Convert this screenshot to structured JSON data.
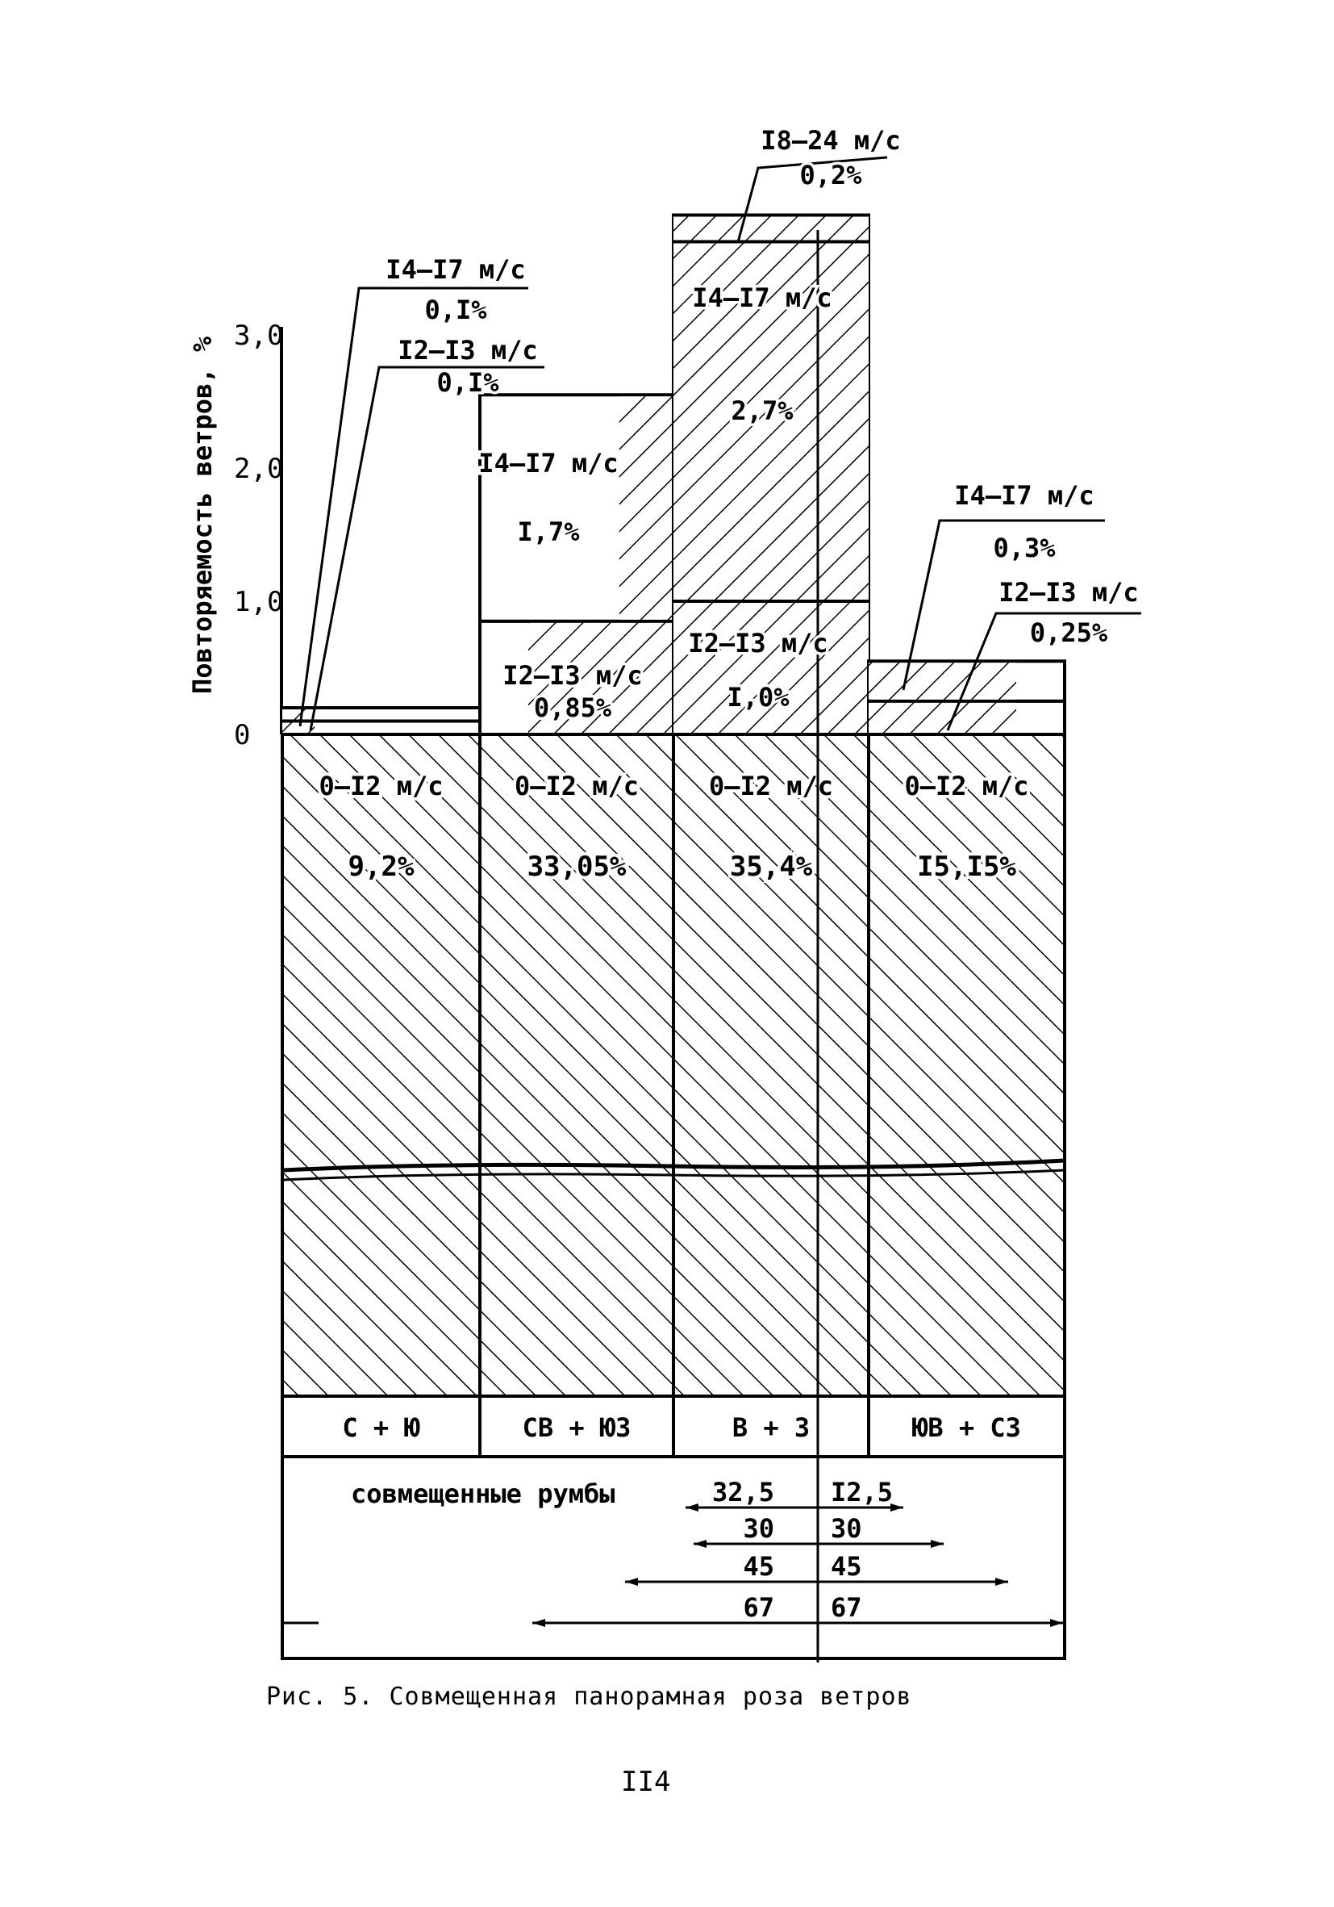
{
  "chart_data": {
    "type": "bar",
    "ylabel": "Повторяемость ветров, %",
    "ytick_labels": [
      "3,0",
      "2,0",
      "1,0",
      "0"
    ],
    "ylim": [
      0,
      3
    ],
    "categories": [
      "С + Ю",
      "СВ + ЮЗ",
      "В + З",
      "ЮВ + СЗ"
    ],
    "base_segment": {
      "label": "0–I2 м/с",
      "values": [
        9.2,
        33.05,
        35.4,
        15.15
      ],
      "value_labels": [
        "9,2%",
        "33,05%",
        "35,4%",
        "I5,I5%"
      ]
    },
    "upper_segments": [
      {
        "category": "С + Ю",
        "label": "I2–I3 м/с",
        "value": 0.1,
        "value_label": "0,I%"
      },
      {
        "category": "С + Ю",
        "label": "I4–I7 м/с",
        "value": 0.1,
        "value_label": "0,I%"
      },
      {
        "category": "СВ + ЮЗ",
        "label": "I2–I3 м/с",
        "value": 0.85,
        "value_label": "0,85%"
      },
      {
        "category": "СВ + ЮЗ",
        "label": "I4–I7 м/с",
        "value": 1.7,
        "value_label": "I,7%"
      },
      {
        "category": "В + З",
        "label": "I2–I3 м/с",
        "value": 1.0,
        "value_label": "I,0%"
      },
      {
        "category": "В + З",
        "label": "I4–I7 м/с",
        "value": 2.7,
        "value_label": "2,7%"
      },
      {
        "category": "В + З",
        "label": "I8–24 м/с",
        "value": 0.2,
        "value_label": "0,2%"
      },
      {
        "category": "ЮВ + СЗ",
        "label": "I2–I3 м/с",
        "value": 0.25,
        "value_label": "0,25%"
      },
      {
        "category": "ЮВ + СЗ",
        "label": "I4–I7 м/с",
        "value": 0.3,
        "value_label": "0,3%"
      }
    ],
    "footer": {
      "label": "совмещенные румбы",
      "dimension_rows": [
        {
          "left": "32,5",
          "right": "I2,5"
        },
        {
          "left": "30",
          "right": "30"
        },
        {
          "left": "45",
          "right": "45"
        },
        {
          "left": "67",
          "right": "67"
        }
      ]
    }
  },
  "caption": "Рис. 5. Совмещенная панорамная роза ветров",
  "page_number": "II4",
  "colors": {
    "ink": "#000000",
    "paper": "#ffffff"
  }
}
